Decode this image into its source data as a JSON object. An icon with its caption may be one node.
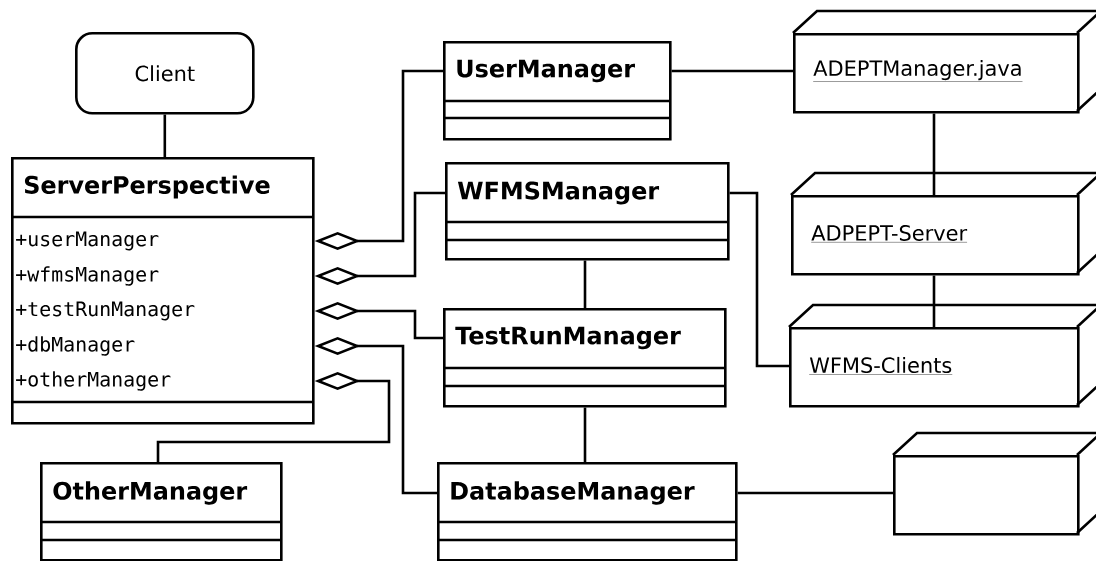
{
  "diagram": {
    "nodes": [
      {
        "text": [
          "Client"
        ]
      },
      {
        "text": [
          "ServerPerspective",
          "+userManager",
          "+wfmsManager",
          "+testRunManager",
          "+dbManager",
          "+otherManager"
        ]
      },
      {
        "text": [
          "UserManager"
        ]
      },
      {
        "text": [
          "WFMSManager"
        ]
      },
      {
        "text": [
          "TestRunManager"
        ]
      },
      {
        "text": [
          "DatabaseManager"
        ]
      },
      {
        "text": [
          "OtherManager"
        ]
      },
      {
        "text": [
          "ADEPTManager.java"
        ]
      },
      {
        "text": [
          "ADPEPT-Server"
        ]
      },
      {
        "text": [
          "WFMS-Clients"
        ]
      },
      {
        "text": [],
        "shape": "box"
      }
    ],
    "edges": [
      {
        "from": 0,
        "to": 1,
        "arrow": "none"
      },
      {
        "from": 1,
        "to": 2,
        "arrow": "other"
      },
      {
        "from": 1,
        "to": 3,
        "arrow": "other"
      },
      {
        "from": 1,
        "to": 4,
        "arrow": "other"
      },
      {
        "from": 1,
        "to": 5,
        "arrow": "other"
      },
      {
        "from": 1,
        "to": 6,
        "arrow": "other"
      },
      {
        "from": 2,
        "to": 7,
        "arrow": "none"
      },
      {
        "from": 7,
        "to": 8,
        "arrow": "none"
      },
      {
        "from": 8,
        "to": 9,
        "arrow": "none"
      },
      {
        "from": 3,
        "to": 9,
        "arrow": "none"
      },
      {
        "from": 3,
        "to": 4,
        "arrow": "none"
      },
      {
        "from": 4,
        "to": 5,
        "arrow": "none"
      },
      {
        "from": 5,
        "to": 10,
        "arrow": "none"
      }
    ]
  }
}
